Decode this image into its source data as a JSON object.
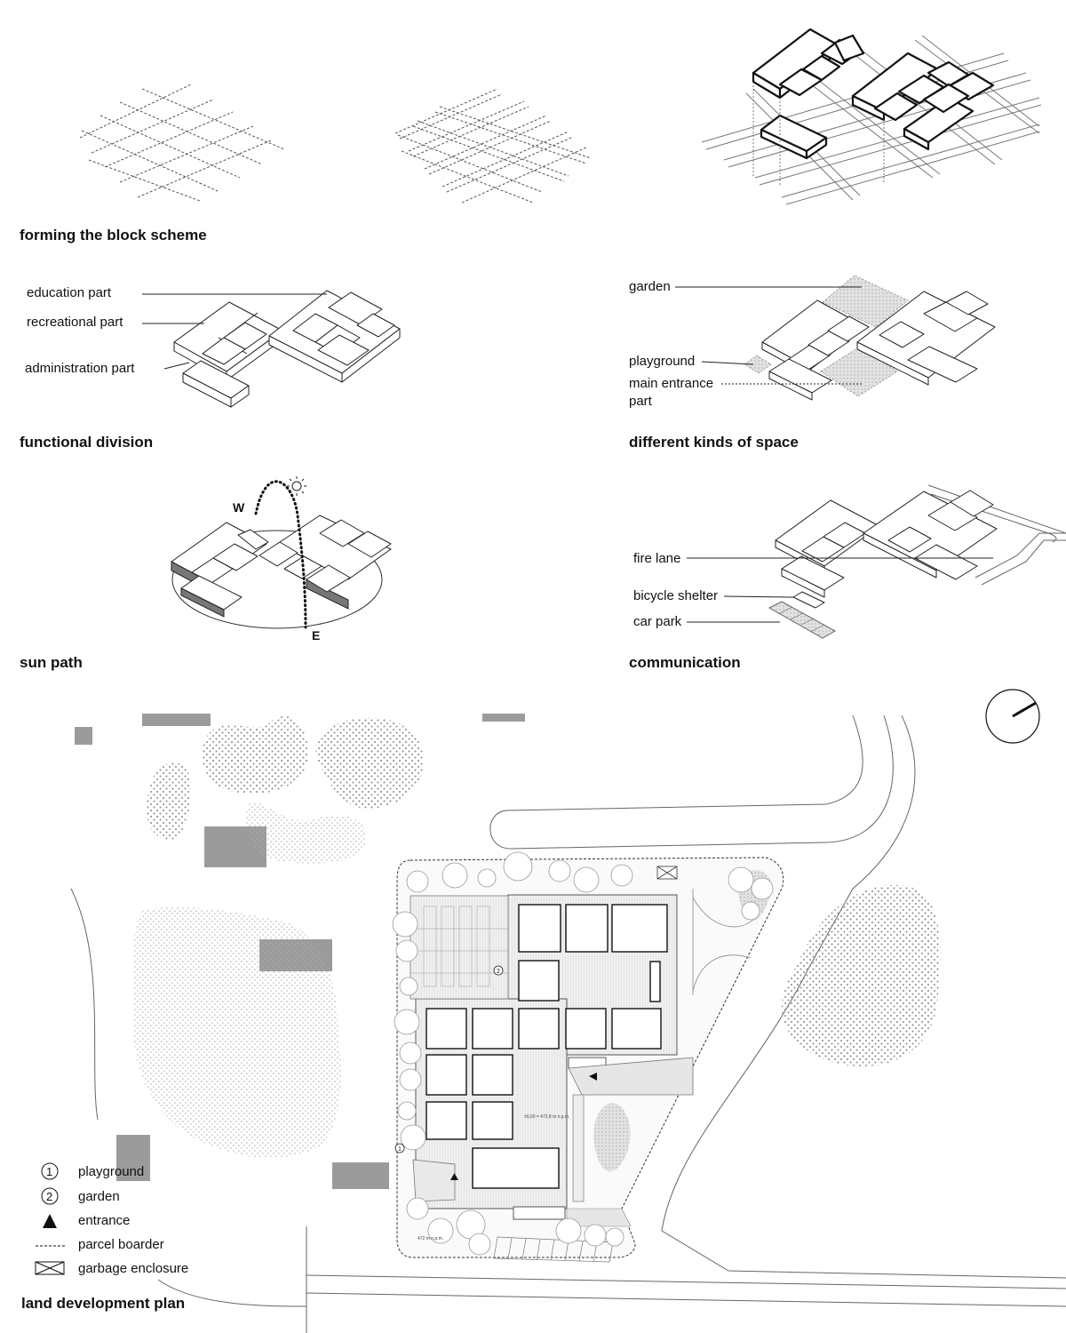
{
  "sections": {
    "block_scheme": "forming the block scheme",
    "functional": "functional division",
    "spaces": "different kinds of space",
    "sun": "sun path",
    "communication": "communication",
    "land_plan": "land development plan"
  },
  "functional_labels": {
    "education": "education part",
    "recreational": "recreational part",
    "administration": "administration part"
  },
  "space_labels": {
    "garden": "garden",
    "playground": "playground",
    "main_entrance_line1": "main entrance",
    "main_entrance_line2": "part"
  },
  "sun_labels": {
    "west": "W",
    "east": "E"
  },
  "communication_labels": {
    "fire_lane": "fire lane",
    "bicycle_shelter": "bicycle shelter",
    "car_park": "car park"
  },
  "plan": {
    "legend": [
      {
        "symbol": "1",
        "label": "playground"
      },
      {
        "symbol": "2",
        "label": "garden"
      },
      {
        "symbol": "triangle",
        "label": "entrance"
      },
      {
        "symbol": "dotted-line",
        "label": "parcel boarder"
      },
      {
        "symbol": "crossed-box",
        "label": "garbage enclosure"
      }
    ],
    "marker_1": "1",
    "marker_2": "2",
    "level_note": "±0,00 = 472,8 m n.p.m.",
    "level_note2": "472 m n.p.m."
  }
}
